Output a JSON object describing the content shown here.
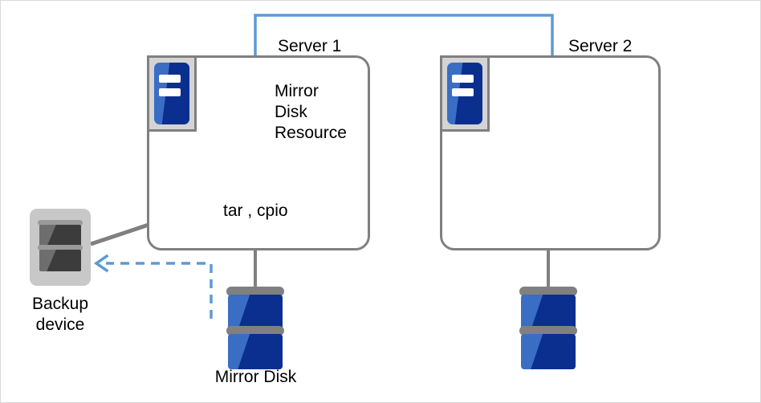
{
  "diagram": {
    "title_labels": {
      "server1": "Server 1",
      "server2": "Server 2"
    },
    "nodes": {
      "mirror_disk_resource": {
        "label": "Mirror\nDisk\nResource",
        "icon": "globe-icon"
      },
      "script_tools": {
        "label": "tar , cpio",
        "icon": "script-terminal-icon"
      },
      "backup_device": {
        "label": "Backup\ndevice",
        "icon": "backup-device-icon"
      },
      "mirror_disk": {
        "label": "Mirror Disk",
        "icon": "disk-stack-icon"
      },
      "mirror_disk_2": {
        "label": "",
        "icon": "disk-stack-icon"
      },
      "server_machine": {
        "icon": "server-machine-icon"
      }
    },
    "colors": {
      "interconnect_blue": "#5B9BD5",
      "connector_grey": "#808080",
      "box_border_grey": "#808080",
      "disk_blue_light": "#3A6DC4",
      "disk_blue_dark": "#0B2F8F",
      "icon_panel_grey": "#D4D4D4",
      "backup_grey": "#C8C8C8",
      "canvas_border": "#D9D9D9",
      "text": "#000000"
    },
    "connections": {
      "interconnect": "Server 1 ↔ Server 2",
      "backup_flow": "Mirror Disk → Backup device (dashed)",
      "script_link": "tar , cpio → Backup device"
    }
  }
}
